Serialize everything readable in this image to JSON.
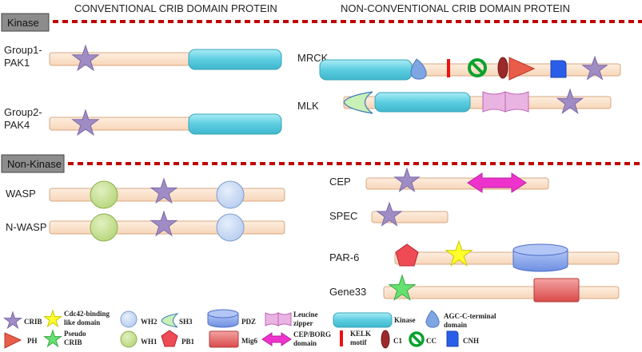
{
  "headers": {
    "conventional": "CONVENTIONAL CRIB DOMAIN PROTEIN",
    "nonconventional": "NON-CONVENTIONAL CRIB DOMAIN PROTEIN"
  },
  "sections": {
    "kinase": "Kinase",
    "nonkinase": "Non-Kinase"
  },
  "proteins": {
    "group1_line1": "Group1-",
    "group1_line2": "PAK1",
    "group2_line1": "Group2-",
    "group2_line2": "PAK4",
    "mrck": "MRCK",
    "mlk": "MLK",
    "wasp": "WASP",
    "nwasp": "N-WASP",
    "cep": "CEP",
    "spec": "SPEC",
    "par6": "PAR-6",
    "gene33": "Gene33"
  },
  "legend": {
    "crib": "CRIB",
    "cdc42_line1": "Cdc42-binding",
    "cdc42_line2": "like domain",
    "wh2": "WH2",
    "sh3": "SH3",
    "pdz": "PDZ",
    "leucine_line1": "Leucine",
    "leucine_line2": "zipper",
    "kinase": "Kinase",
    "agc_line1": "AGC-C-terminal",
    "agc_line2": "domain",
    "ph": "PH",
    "pseudo_line1": "Pseudo",
    "pseudo_line2": "CRIB",
    "wh1": "WH1",
    "pb1": "PB1",
    "mig6": "Mig6",
    "cepborg_line1": "CEP/BORG",
    "cepborg_line2": "domain",
    "kelk_line1": "KELK",
    "kelk_line2": "motif",
    "c1": "C1",
    "cc": "CC",
    "cnh": "CNH"
  },
  "colors": {
    "backbone": "#fbe3cd",
    "backbone_stroke": "#d8a884",
    "crib": "#9f8cc4",
    "kinase": "#6fd3e4",
    "dashed_line": "#c00000",
    "section_box": "#8c8c8c",
    "wh1": "#c6df8f",
    "wh2": "#c5d7f2",
    "cdc42": "#ffff2a",
    "pseudo_crib": "#66e070",
    "pb1": "#ef4b55",
    "pdz": "#8fa8ec",
    "mig6": "#e86a6a",
    "cep_borg": "#ee33cc",
    "ph": "#e85d4a",
    "kelk": "#ee1111",
    "c1": "#9c2a2a",
    "cc": "#0aa22c",
    "cnh": "#2a5ee8",
    "leucine_zipper": "#e9b4e2",
    "agc": "#7fa6e2",
    "sh3": "#c9f0b6"
  }
}
